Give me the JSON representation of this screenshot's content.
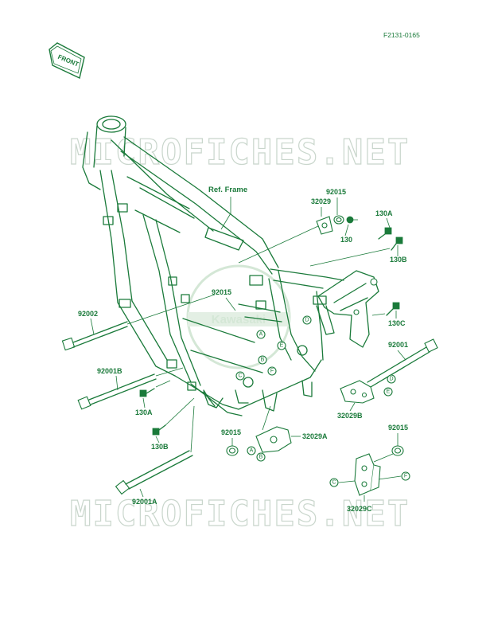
{
  "diagram_code": "F2131-0165",
  "front_label": "FRONT",
  "ref_frame": "Ref. Frame",
  "watermark": "MICROFICHES.NET",
  "logo_text": "Kawasaki",
  "parts": {
    "p92015_top": "92015",
    "p32029": "32029",
    "p130": "130",
    "p130A_top": "130A",
    "p130B_top": "130B",
    "p92015_mid": "92015",
    "p130C": "130C",
    "p92002": "92002",
    "p92001": "92001",
    "p92001B": "92001B",
    "p130A_bot": "130A",
    "p32029B": "32029B",
    "p130B_bot": "130B",
    "p92015_left": "92015",
    "p32029A": "32029A",
    "p92015_right": "92015",
    "p92001A": "92001A",
    "p32029C": "32029C"
  },
  "letters": [
    "A",
    "B",
    "C",
    "D",
    "E",
    "F"
  ]
}
